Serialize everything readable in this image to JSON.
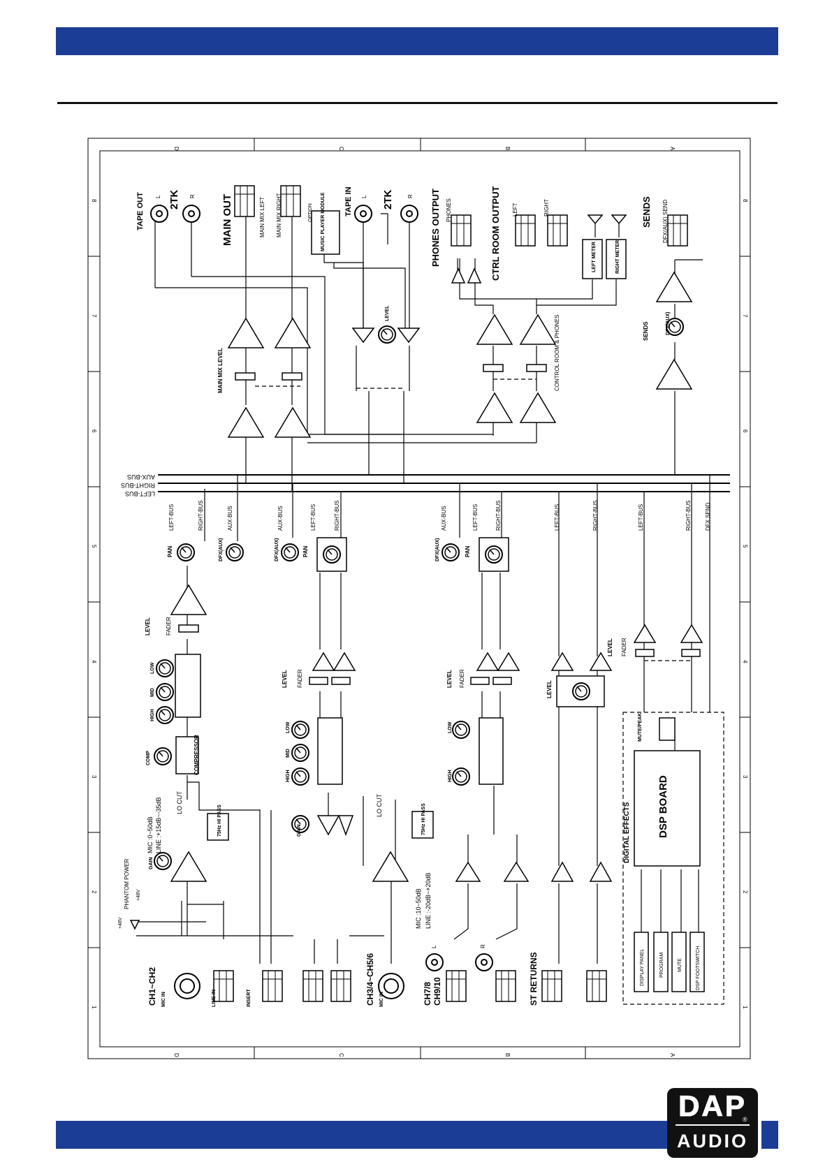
{
  "header": {
    "bar_color": "#1c3d96"
  },
  "logo": {
    "top": "DAP",
    "bottom": "AUDIO",
    "mark": "®"
  },
  "frame": {
    "zones_top": [
      "D",
      "C",
      "B",
      "A"
    ],
    "zones_bottom": [
      "D",
      "C",
      "B",
      "A"
    ],
    "numbers": [
      "8",
      "7",
      "6",
      "5",
      "4",
      "3",
      "2",
      "1"
    ]
  },
  "labels": {
    "tape_out": "TAPE OUT",
    "two_tk": "2TK",
    "l": "L",
    "r": "R",
    "main_out": "MAIN OUT",
    "main_mix_left": "MAIN MIX LEFT",
    "main_mix_right": "MAIN MIX RIGHT",
    "option": "OPTION",
    "music_player_module": "MUSIC PLAYER MODULE",
    "tape_in": "TAPE IN",
    "phones_output": "PHONES OUTPUT",
    "phones": "PHONES",
    "ctrl_room_output": "CTRL ROOM OUTPUT",
    "left": "LEFT",
    "right": "RIGHT",
    "left_meter": "LEFT METER",
    "right_meter": "RIGHT METER",
    "sends": "SENDS",
    "dfx_aux_send": "DFX(AUX) SEND",
    "level": "LEVEL",
    "main_mix_level": "MAIN MIX LEVEL",
    "control_room_phones": "CONTROL ROOM & PHONES",
    "dfx_aux": "DFX(AUX)",
    "aux_bus": "AUX-BUS",
    "right_bus": "RIGHT-BUS",
    "left_bus": "LEFT-BUS",
    "pan": "PAN",
    "fader": "FADER",
    "low": "LOW",
    "mid": "MID",
    "high": "HIGH",
    "comp": "COMP",
    "compressor": "COMPRESSOR",
    "gain": "GAIN",
    "lo_cut": "LO CUT",
    "hi_pass": "75Hz HI PASS",
    "mic_range_1": "MIC :0~50dB",
    "line_range_1": "LINE :+15dB~-35dB",
    "phantom_power": "PHANTOM POWER",
    "plus48": "+48V",
    "mic_range_2": "MIC :10~50dB",
    "line_range_2": "LINE :-20dB~+20dB",
    "ch1_ch2": "CH1~CH2",
    "mic_in": "MIC IN",
    "line_in": "LINE IN",
    "insert": "INSERT",
    "ch3_4_ch5_6": "CH3/4~CH5/6",
    "ch7_8": "CH7/8",
    "ch9_10": "CH9/10",
    "st_returns": "ST RETURNS",
    "dfx_send": "DFX SEND",
    "mute_peak": "MUTE/PEAK",
    "digital_effects": "DIGITAL EFFECTS",
    "dsp_board": "DSP BOARD",
    "display_panel": "DISPLAY PANEL",
    "program": "PROGRAM",
    "mute": "MUTE",
    "dsp_footswitch": "DSP FOOTSWITCH"
  }
}
